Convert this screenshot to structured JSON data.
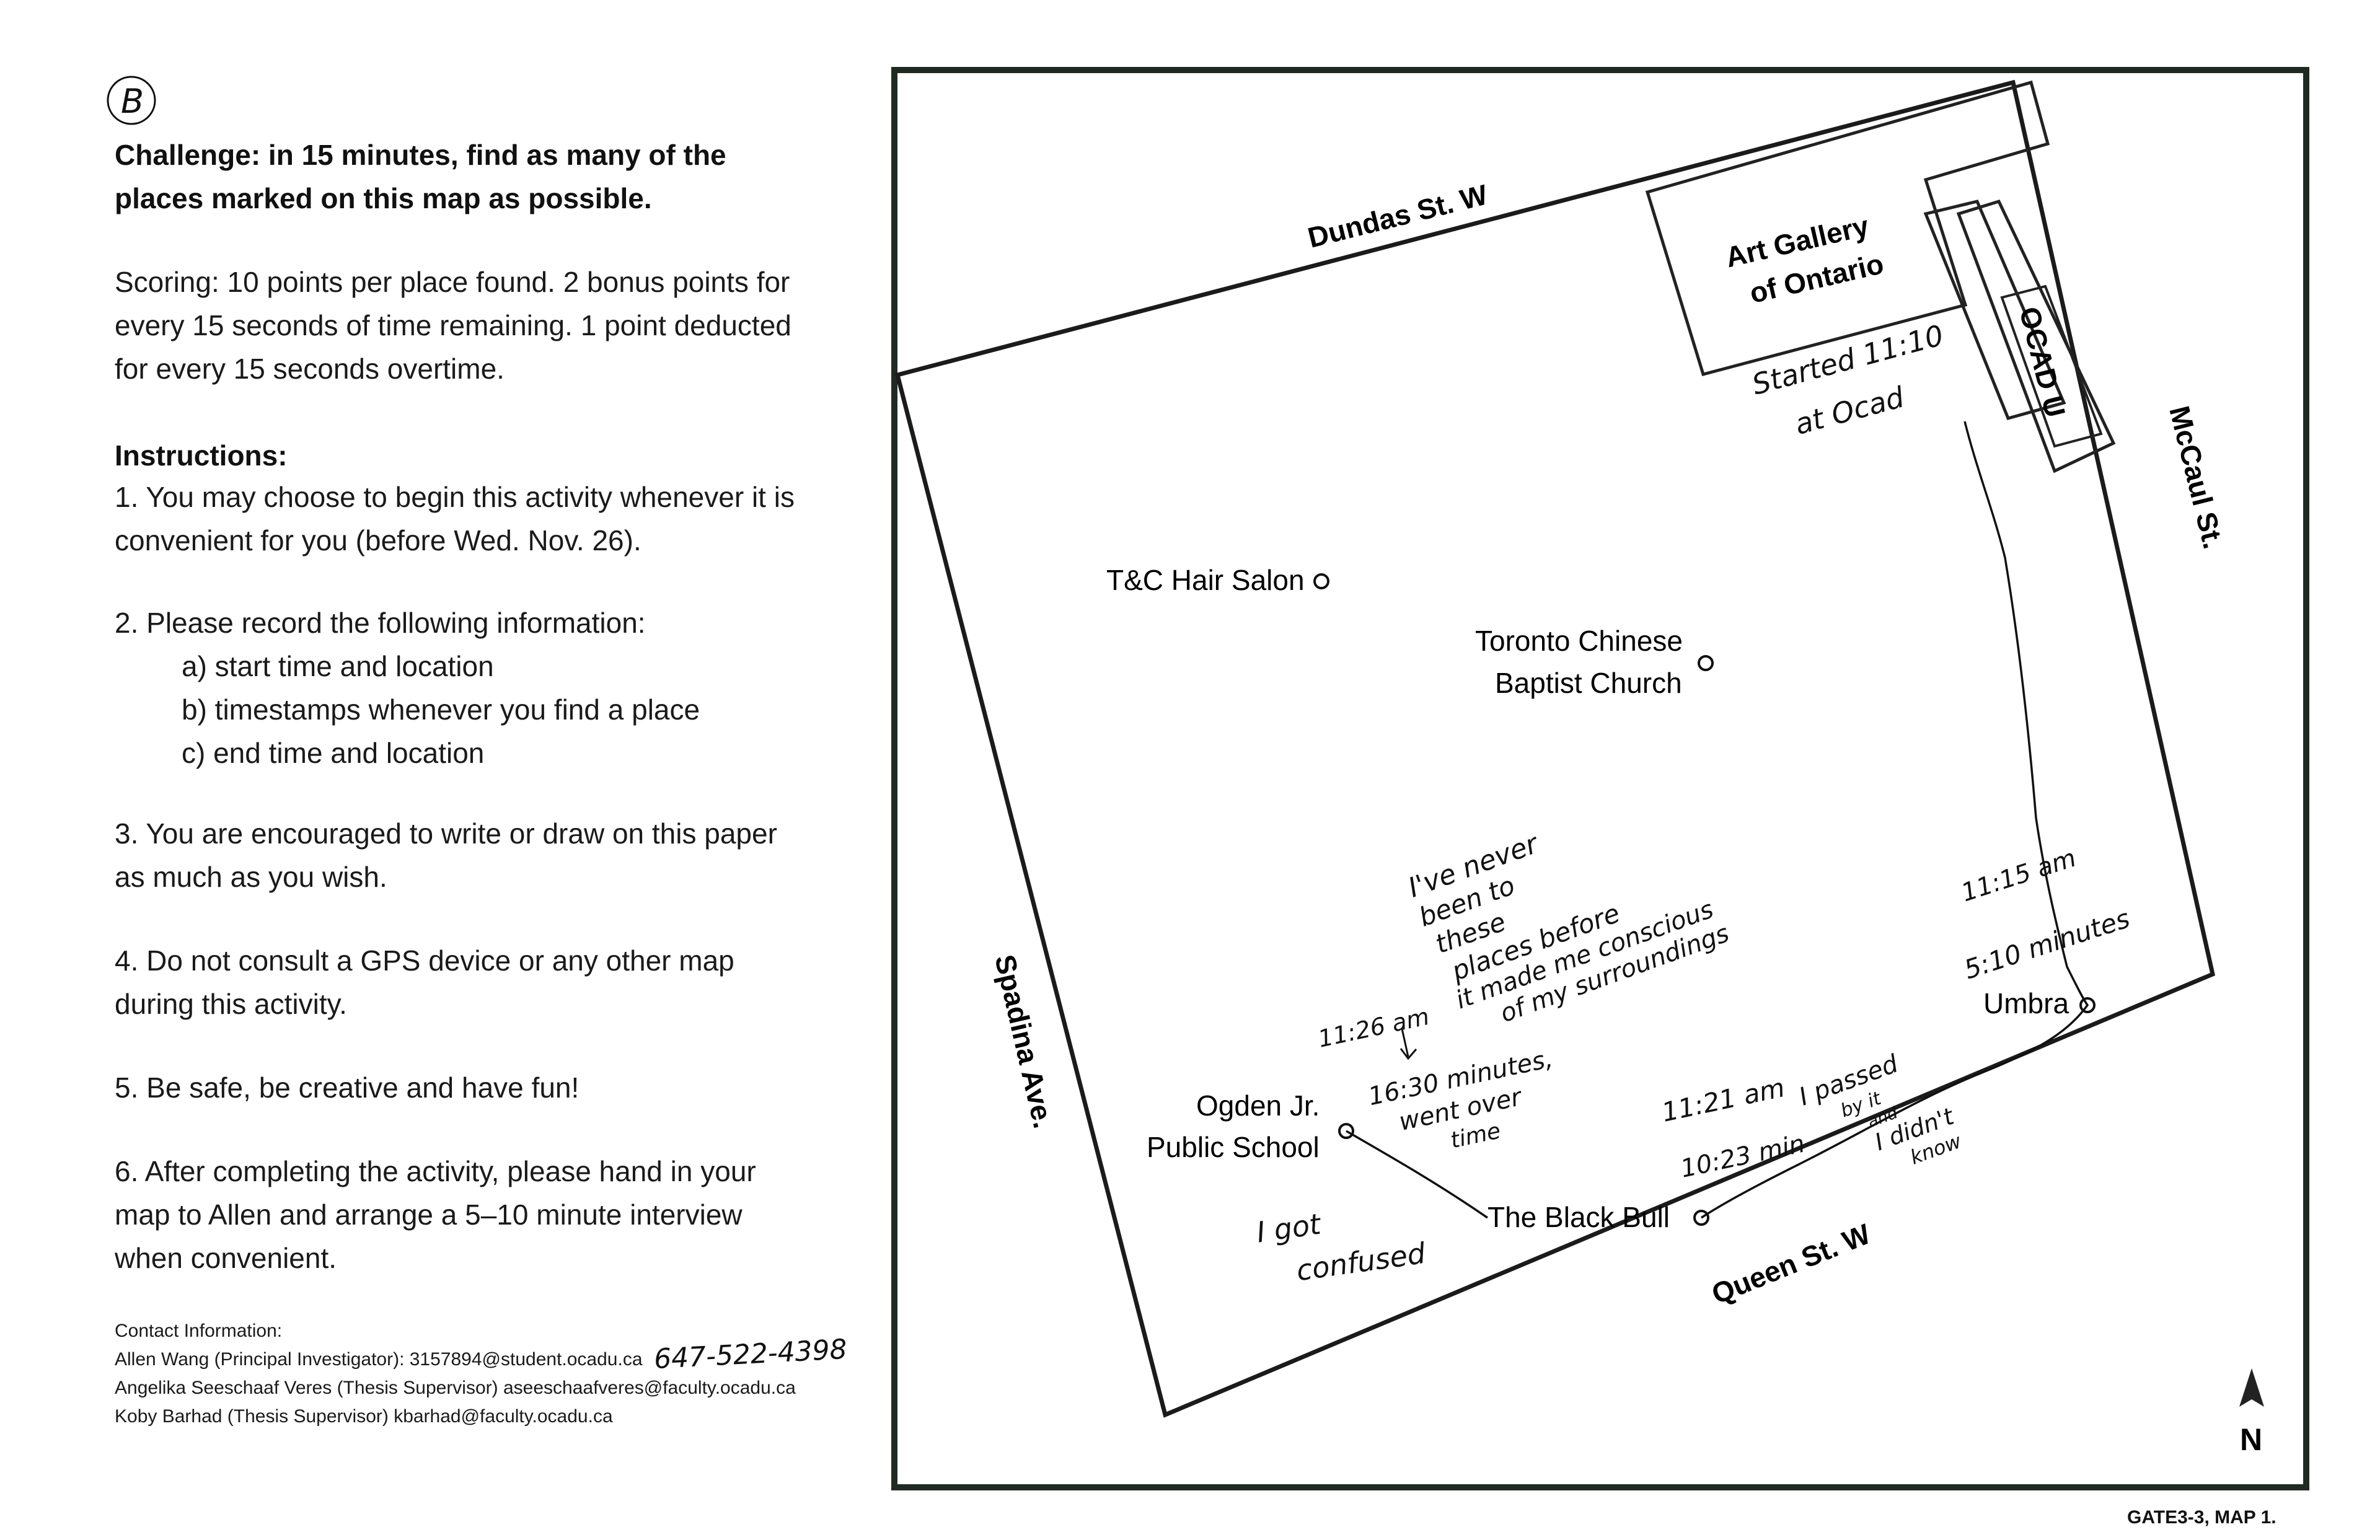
{
  "header": {
    "challenge_line1": "Challenge: in 15 minutes, find as many of the",
    "challenge_line2": "places marked on this map as possible.",
    "scoring_line1": "Scoring: 10 points per place found. 2 bonus points for",
    "scoring_line2": "every 15 seconds of time remaining. 1 point deducted",
    "scoring_line3": "for every 15 seconds overtime."
  },
  "instructions": {
    "heading": "Instructions:",
    "item1_line1": "1. You may choose to begin this activity whenever it is",
    "item1_line2": "convenient for you (before Wed. Nov. 26).",
    "item2_line1": "2. Please record the following information:",
    "item2_a": "a) start time and location",
    "item2_b": "b) timestamps whenever you find a place",
    "item2_c": "c) end time and location",
    "item3_line1": "3. You are encouraged to write or draw on this paper",
    "item3_line2": "as much as you wish.",
    "item4_line1": "4. Do not consult a GPS device or any other map",
    "item4_line2": "during this activity.",
    "item5": "5. Be safe, be creative and have fun!",
    "item6_line1": "6. After completing the activity, please hand in your",
    "item6_line2": "map to Allen and arrange a 5–10 minute interview",
    "item6_line3": "when convenient."
  },
  "contact": {
    "heading": "Contact Information:",
    "line1": "Allen Wang (Principal Investigator): 3157894@student.ocadu.ca",
    "line2": "Angelika Seeschaaf Veres (Thesis Supervisor) aseeschaafveres@faculty.ocadu.ca",
    "line3": "Koby Barhad (Thesis Supervisor) kbarhad@faculty.ocadu.ca",
    "handwritten_phone": "647-522-4398"
  },
  "map": {
    "streets": {
      "dundas": "Dundas St. W",
      "queen": "Queen St. W",
      "spadina": "Spadina Ave.",
      "mccaul": "McCaul St."
    },
    "buildings": {
      "ago_line1": "Art Gallery",
      "ago_line2": "of Ontario",
      "ocad": "OCAD U"
    },
    "places": {
      "tc_hair": "T&C Hair Salon",
      "tcbc_line1": "Toronto Chinese",
      "tcbc_line2": "Baptist Church",
      "ogden_line1": "Ogden Jr.",
      "ogden_line2": "Public School",
      "black_bull": "The Black Bull",
      "umbra": "Umbra"
    },
    "north": "N"
  },
  "annotations": {
    "started_line1": "Started 11:10",
    "started_line2": "at Ocad",
    "time_1115": "11:15 am",
    "time_510": "5:10 minutes",
    "time_1121": "11:21 am",
    "time_1023": "10:23 min",
    "passed_line1": "I passed",
    "passed_line2": "by it",
    "passed_line3": "and",
    "passed_line4": "I didn't",
    "passed_line5": "know",
    "time_1126": "11:26 am",
    "overtime_line1": "16:30 minutes,",
    "overtime_line2": "went over",
    "overtime_line3": "time",
    "confused_line1": "I got",
    "confused_line2": "confused",
    "never_line1": "I've never",
    "never_line2": "been to",
    "never_line3": "these",
    "never_line4": "places before",
    "never_line5": "it made me conscious",
    "never_line6": "of my surroundings",
    "top_mark": "B"
  },
  "footer": {
    "doc_code": "GATE3-3, MAP 1."
  }
}
